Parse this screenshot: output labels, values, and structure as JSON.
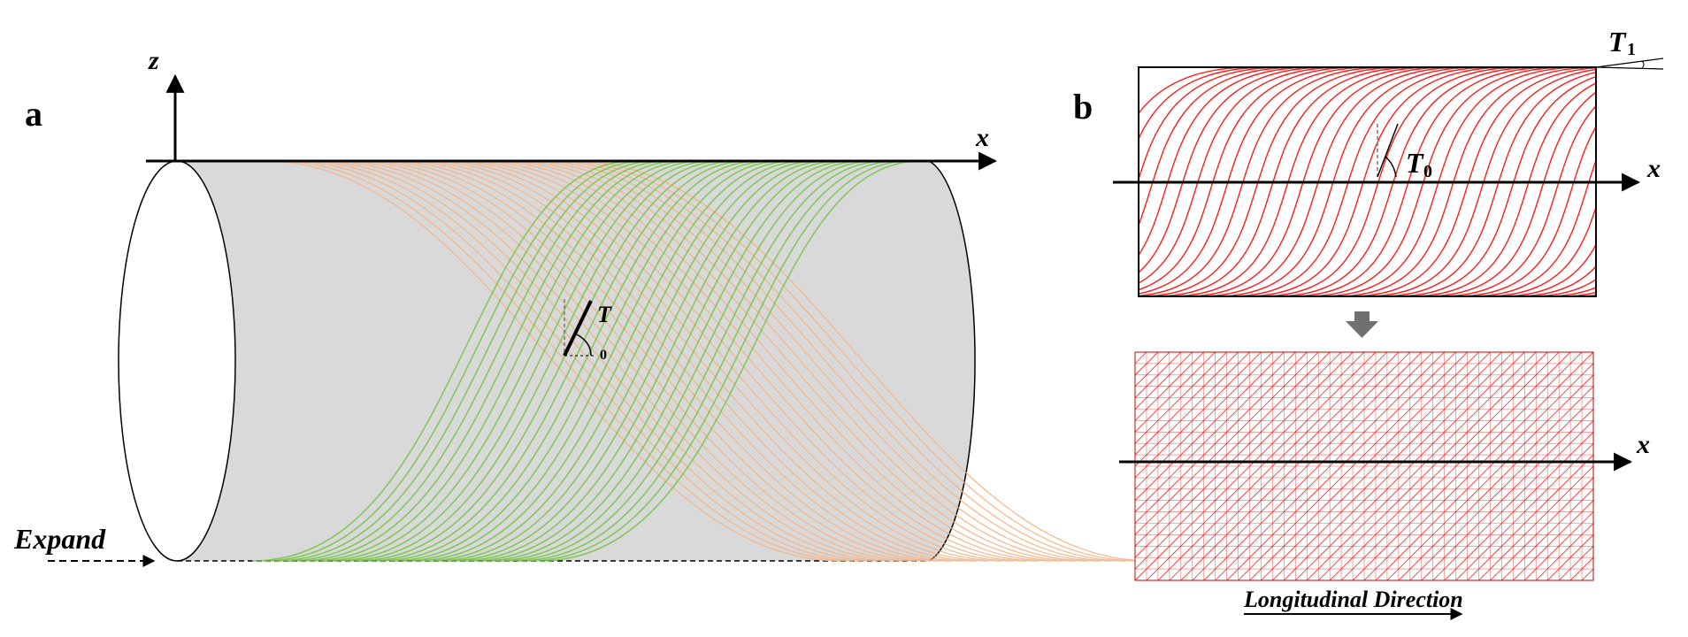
{
  "panel_a": {
    "label": "a",
    "axis_z": "z",
    "axis_x": "x",
    "angle_symbol": "T",
    "angle_subscript": "0",
    "expand_label": "Expand",
    "colors": {
      "surface": "#d9d9d9",
      "fiber_orange": "#f4b183",
      "fiber_green": "#70c33f"
    }
  },
  "panel_b": {
    "label": "b",
    "axis_x_top": "x",
    "axis_x_bottom": "x",
    "t0_symbol": "T",
    "t0_subscript": "0",
    "t1_symbol": "T",
    "t1_subscript": "1",
    "direction_label": "Longitudinal Direction",
    "colors": {
      "fiber_red": "#ff1a1a",
      "arrow_gray": "#707070"
    }
  }
}
